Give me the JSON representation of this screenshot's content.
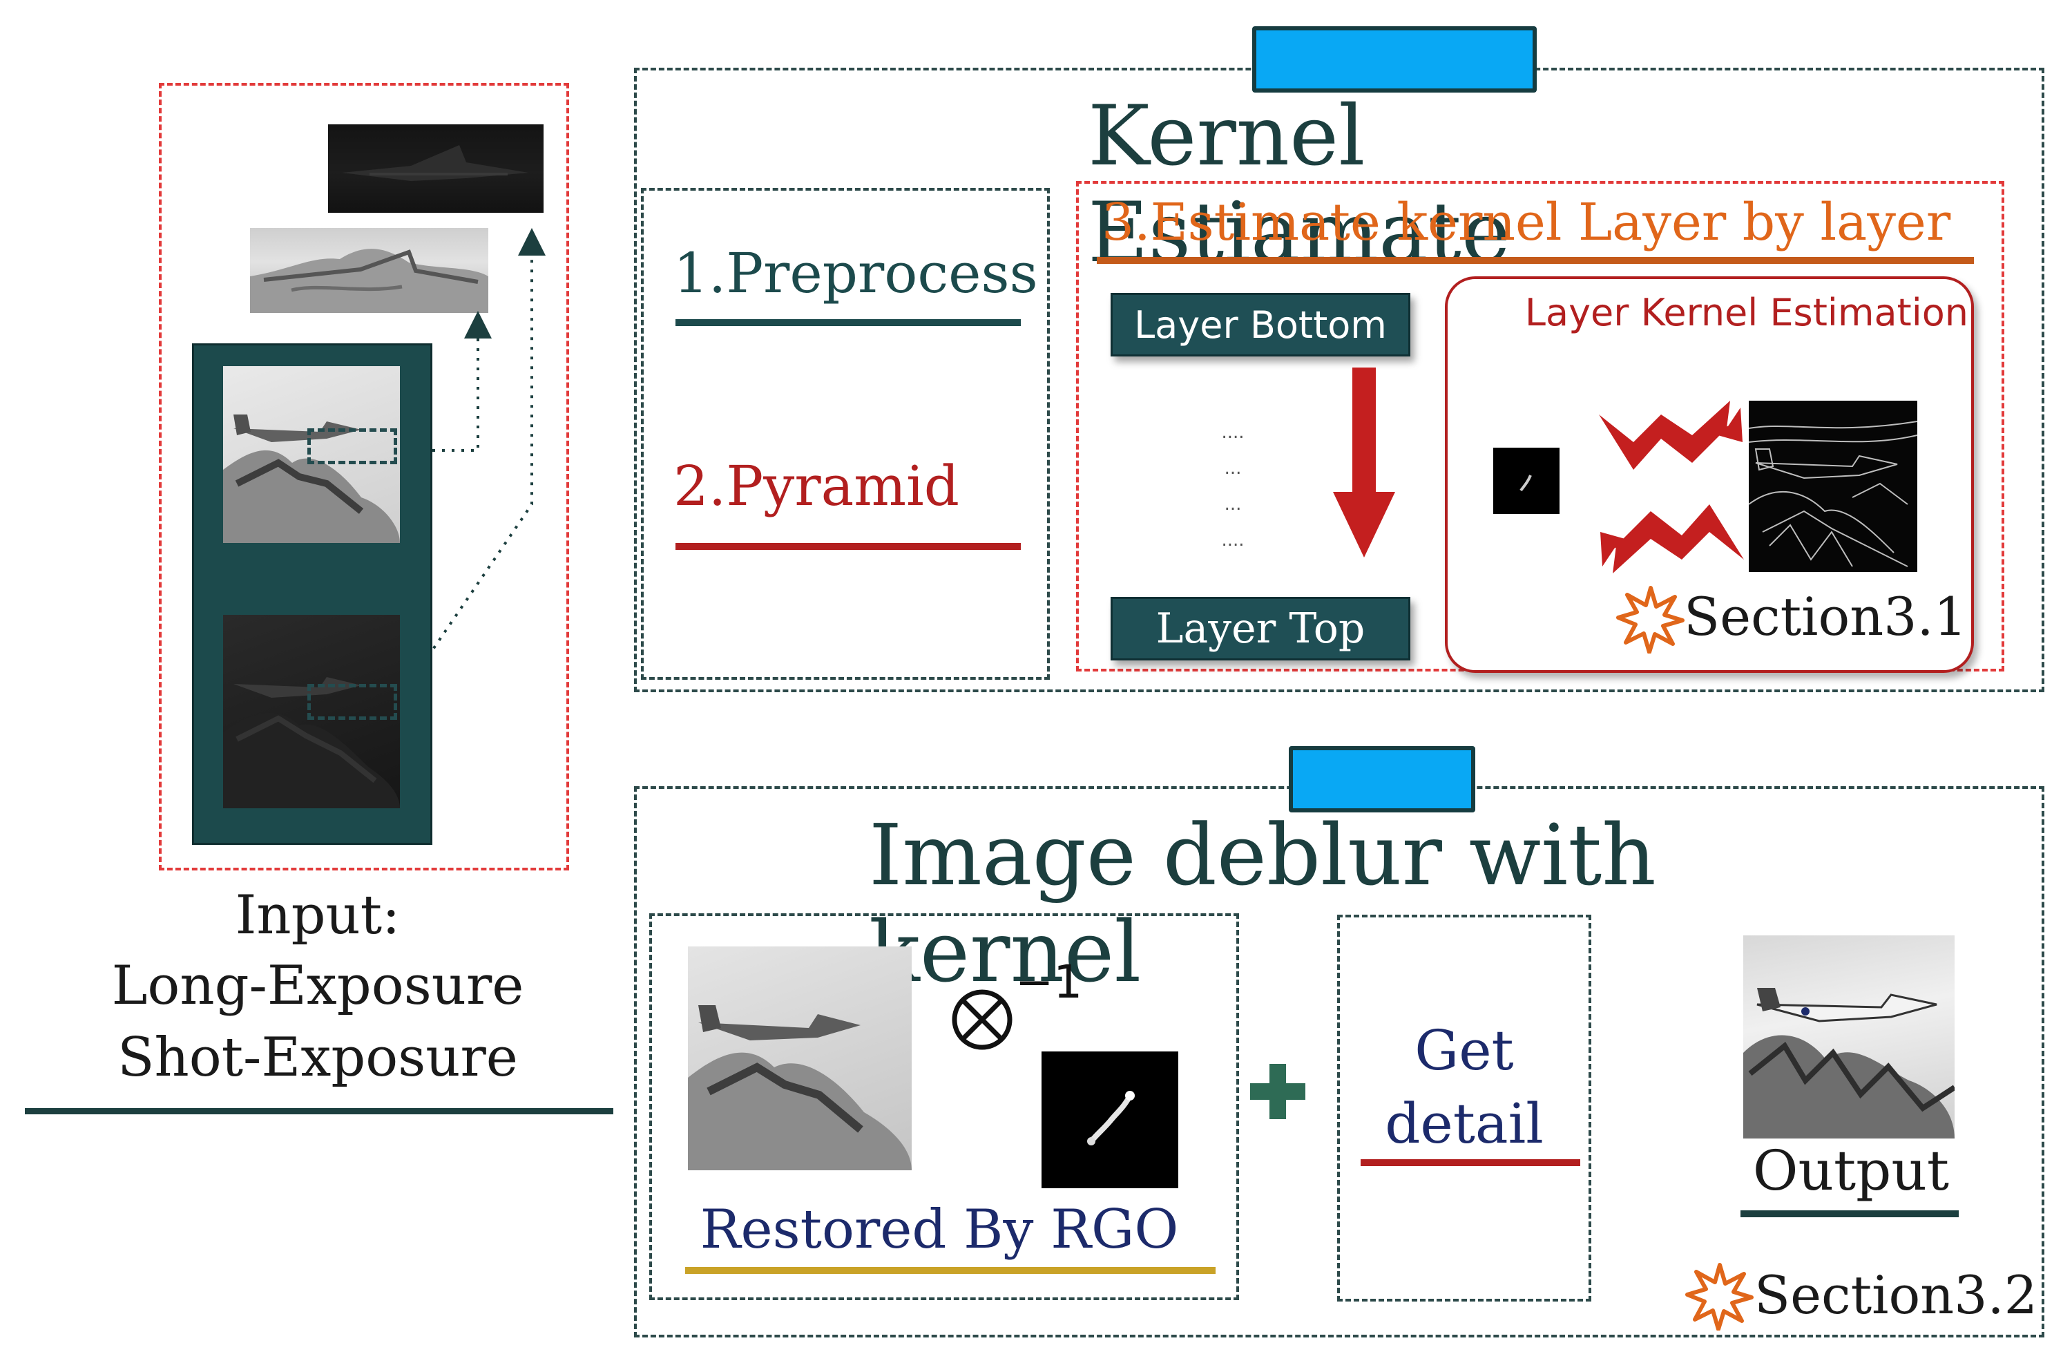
{
  "input": {
    "label_line1": "Input:",
    "label_line2": "Long-Exposure",
    "label_line3": "Shot-Exposure"
  },
  "kernel_estimate": {
    "title": "Kernel Estiamate",
    "step1": "1.Preprocess",
    "step2": "2.Pyramid",
    "step3": "3.Estimate kernel Layer by layer",
    "layer_bottom": "Layer Bottom",
    "layer_top": "Layer Top",
    "layer_kernel_estimation": "Layer Kernel Estimation",
    "section": "Section3.1"
  },
  "image_deblur": {
    "title": "Image deblur with kernel",
    "inverse_exponent": "−1",
    "restored": "Restored By RGO",
    "get_detail_line1": "Get",
    "get_detail_line2": "detail",
    "output": "Output",
    "section": "Section3.2"
  },
  "colors": {
    "teal": "#1f4f55",
    "dark_teal_text": "#1c3f3f",
    "red": "#b21f1f",
    "orange": "#e0661a",
    "navy": "#1c2a6b",
    "gold": "#c9a227",
    "tab_blue": "#09a8f4"
  }
}
